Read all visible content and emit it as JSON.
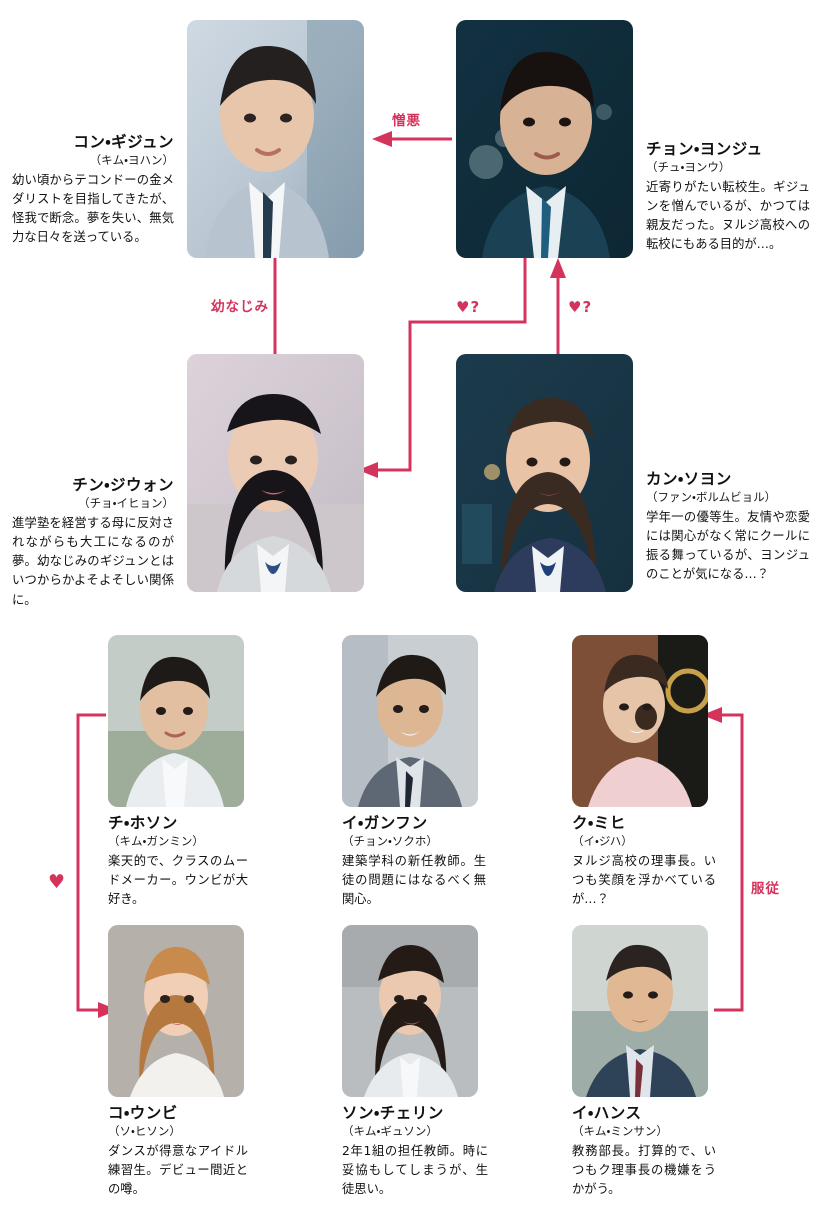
{
  "accent_color": "#d4345c",
  "background_color": "#ffffff",
  "top_section": {
    "characters": [
      {
        "id": "gong-gijun",
        "name": "コン・ギジュン",
        "actor": "（キム・ヨハン）",
        "desc": "幼い頃からテコンドーの金メダリストを目指してきたが、怪我で断念。夢を失い、無気力な日々を送っている。",
        "photo_alt": "コン・ギジュンの写真"
      },
      {
        "id": "jeong-yeongju",
        "name": "チョン・ヨンジュ",
        "actor": "（チュ・ヨンウ）",
        "desc": "近寄りがたい転校生。ギジュンを憎んでいるが、かつては親友だった。ヌルジ高校への転校にもある目的が…。",
        "photo_alt": "チョン・ヨンジュの写真"
      },
      {
        "id": "jin-jiwon",
        "name": "チン・ジウォン",
        "actor": "（チョ・イヒョン）",
        "desc": "進学塾を経営する母に反対されながらも大工になるのが夢。幼なじみのギジュンとはいつからかよそよそしい関係に。",
        "photo_alt": "チン・ジウォンの写真"
      },
      {
        "id": "kang-soyeon",
        "name": "カン・ソヨン",
        "actor": "（ファン・ボルムビョル）",
        "desc": "学年一の優等生。友情や恋愛には関心がなく常にクールに振る舞っているが、ヨンジュのことが気になる…？",
        "photo_alt": "カン・ソヨンの写真"
      }
    ],
    "relations": [
      {
        "id": "hatred",
        "label": "憎悪"
      },
      {
        "id": "childhood-friends",
        "label": "幼なじみ"
      },
      {
        "id": "soyeon-to-jiwon-love",
        "label": "♥?"
      },
      {
        "id": "soyeon-to-yeongju-love",
        "label": "♥?"
      }
    ]
  },
  "bottom_section": {
    "characters": [
      {
        "id": "ji-hoson",
        "name": "チ・ホソン",
        "actor": "（キム・ガンミン）",
        "desc": "楽天的で、クラスのムードメーカー。ウンビが大好き。",
        "photo_alt": "チ・ホソンの写真"
      },
      {
        "id": "i-ganghun",
        "name": "イ・ガンフン",
        "actor": "（チョン・ソクホ）",
        "desc": "建築学科の新任教師。生徒の問題にはなるべく無関心。",
        "photo_alt": "イ・ガンフンの写真"
      },
      {
        "id": "gu-mihi",
        "name": "ク・ミヒ",
        "actor": "（イ・ジハ）",
        "desc": "ヌルジ高校の理事長。いつも笑顔を浮かべているが…？",
        "photo_alt": "ク・ミヒの写真"
      },
      {
        "id": "ko-unbi",
        "name": "コ・ウンビ",
        "actor": "（ソ・ヒソン）",
        "desc": "ダンスが得意なアイドル練習生。デビュー間近との噂。",
        "photo_alt": "コ・ウンビの写真"
      },
      {
        "id": "son-cherin",
        "name": "ソン・チェリン",
        "actor": "（キム・ギュソン）",
        "desc": "2年1組の担任教師。時に妥協もしてしまうが、生徒思い。",
        "photo_alt": "ソン・チェリンの写真"
      },
      {
        "id": "i-hansu",
        "name": "イ・ハンス",
        "actor": "（キム・ミンサン）",
        "desc": "教務部長。打算的で、いつもク理事長の機嫌をうかがう。",
        "photo_alt": "イ・ハンスの写真"
      }
    ],
    "relations": [
      {
        "id": "hoson-loves-unbi",
        "label": "♥"
      },
      {
        "id": "hansu-obeys-mihi",
        "label": "服従"
      }
    ]
  }
}
